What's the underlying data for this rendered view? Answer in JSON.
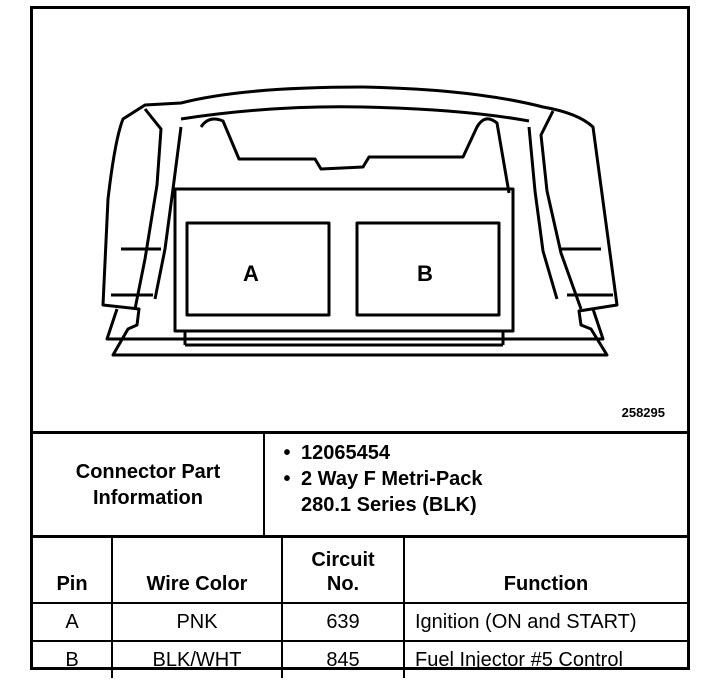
{
  "figure_number": "258295",
  "cavities": {
    "a": "A",
    "b": "B"
  },
  "connector_info": {
    "label_line1": "Connector Part",
    "label_line2": "Information",
    "bullet1": "12065454",
    "bullet2_line1": "2 Way F Metri-Pack",
    "bullet2_line2": "280.1 Series (BLK)"
  },
  "table": {
    "headers": {
      "pin": "Pin",
      "wire_color": "Wire Color",
      "circuit_line1": "Circuit",
      "circuit_line2": "No.",
      "function": "Function"
    },
    "rows": [
      {
        "pin": "A",
        "wire_color": "PNK",
        "circuit": "639",
        "function": "Ignition (ON and START)"
      },
      {
        "pin": "B",
        "wire_color": "BLK/WHT",
        "circuit": "845",
        "function": "Fuel Injector #5 Control"
      }
    ]
  }
}
